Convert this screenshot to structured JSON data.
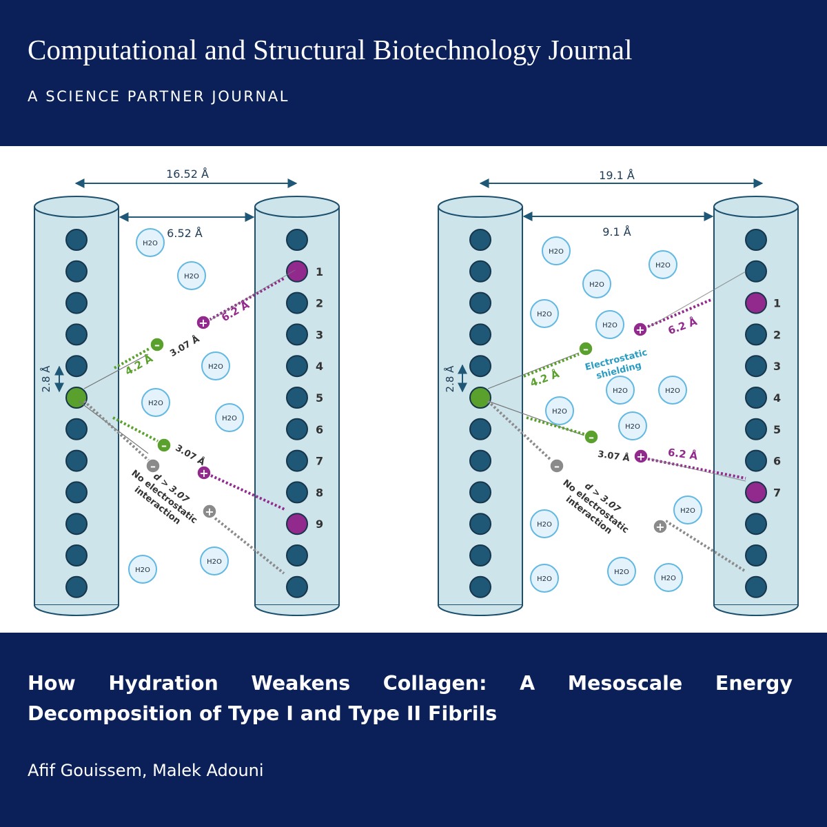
{
  "header": {
    "journal_title": "Computational and Structural Biotechnology Journal",
    "subtitle": "A SCIENCE PARTNER JOURNAL"
  },
  "figure": {
    "water_label": "H2O",
    "colors": {
      "fibril_fill": "#cde4ea",
      "bead": "#1e5876",
      "green": "#5aa02c",
      "purple": "#922a8d",
      "gray": "#8a8a8a",
      "dim_blue": "#1e5876",
      "water_fill": "#e4f3fb",
      "water_stroke": "#61b8e3",
      "shield_text": "#2a9cc2"
    },
    "left_panel": {
      "outer_distance": "16.52 Å",
      "inner_distance": "6.52 Å",
      "bead_spacing": "2.8 Å",
      "site_numbers": [
        "1",
        "2",
        "3",
        "4",
        "5",
        "6",
        "7",
        "8",
        "9"
      ],
      "upper_attract": {
        "green_dist": "4.2 Å",
        "mid_dist": "3.07 Å",
        "purple_dist": "6.2 Å"
      },
      "lower_attract": {
        "mid_dist": "3.07 Å"
      },
      "no_interaction": {
        "line1": "d > 3.07",
        "line2": "No electrostatic",
        "line3": "interaction"
      }
    },
    "right_panel": {
      "outer_distance": "19.1 Å",
      "inner_distance": "9.1 Å",
      "bead_spacing": "2.8 Å",
      "site_numbers": [
        "1",
        "2",
        "3",
        "4",
        "5",
        "6",
        "7"
      ],
      "upper_attract": {
        "green_dist": "4.2 Å",
        "purple_dist": "6.2 Å"
      },
      "shielding": {
        "line1": "Electrostatic",
        "line2": "shielding"
      },
      "lower_attract": {
        "mid_dist": "3.07 Å",
        "purple_dist": "6.2 Å"
      },
      "no_interaction": {
        "line1": "d > 3.07",
        "line2": "No electrostatic",
        "line3": "interaction"
      }
    }
  },
  "footer": {
    "paper_title": "How Hydration Weakens Collagen: A Mesoscale Energy Decomposition of Type I and Type II Fibrils",
    "authors": "Afif Gouissem, Malek Adouni"
  }
}
